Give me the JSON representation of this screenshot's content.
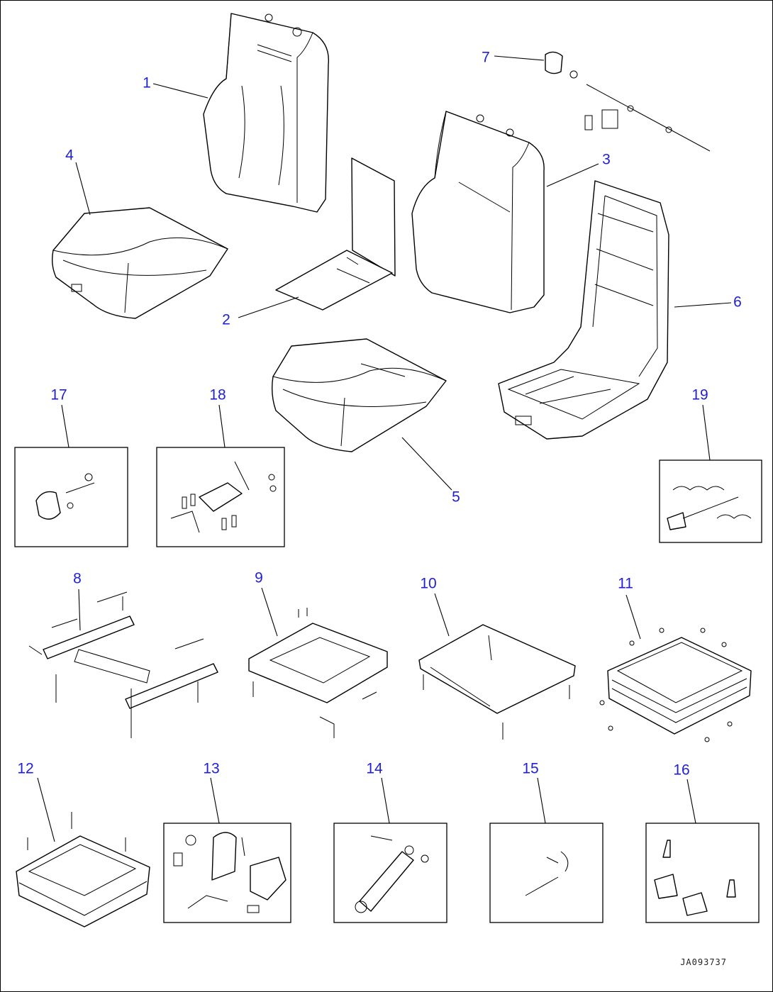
{
  "diagram": {
    "document_code": "JA093737",
    "callouts": [
      {
        "id": "c1",
        "label": "1"
      },
      {
        "id": "c2",
        "label": "2"
      },
      {
        "id": "c3",
        "label": "3"
      },
      {
        "id": "c4",
        "label": "4"
      },
      {
        "id": "c5",
        "label": "5"
      },
      {
        "id": "c6",
        "label": "6"
      },
      {
        "id": "c7",
        "label": "7"
      },
      {
        "id": "c8",
        "label": "8"
      },
      {
        "id": "c9",
        "label": "9"
      },
      {
        "id": "c10",
        "label": "10"
      },
      {
        "id": "c11",
        "label": "11"
      },
      {
        "id": "c12",
        "label": "12"
      },
      {
        "id": "c13",
        "label": "13"
      },
      {
        "id": "c14",
        "label": "14"
      },
      {
        "id": "c15",
        "label": "15"
      },
      {
        "id": "c16",
        "label": "16"
      },
      {
        "id": "c17",
        "label": "17"
      },
      {
        "id": "c18",
        "label": "18"
      },
      {
        "id": "c19",
        "label": "19"
      }
    ],
    "colors": {
      "callout": "#1f1fd6",
      "line": "#000000",
      "background": "#ffffff"
    }
  }
}
